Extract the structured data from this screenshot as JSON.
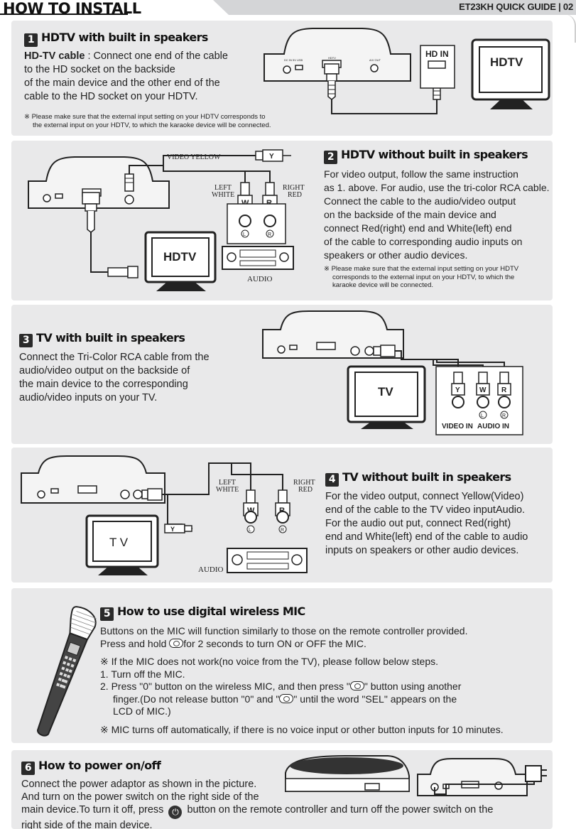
{
  "header": {
    "title": "HOW TO INSTALL",
    "guide": "ET23KH QUICK GUIDE | 02"
  },
  "s1": {
    "num": "1",
    "title": "HDTV with built in speakers",
    "lead": "HD-TV cable",
    "line1": " : Connect one end of the cable",
    "line2": "to the HD socket on the backside",
    "line3": "of the main device and the other end of the",
    "line4": "cable to the HD socket on your HDTV.",
    "note1": "※  Please make sure that the external input setting on your HDTV corresponds to",
    "note2": "the external input on your HDTV, to which the karaoke device will be connected.",
    "hd_in": "HD  IN",
    "hdtv": "HDTV",
    "lbl_dcin": "DC IN 5V",
    "lbl_usb": "USB",
    "lbl_hdtv": "HDTV",
    "lbl_avout": "A/V OUT"
  },
  "s2": {
    "num": "2",
    "title": "HDTV without built in speakers",
    "lines": [
      "For video output, follow the same instruction",
      "as 1. above. For audio, use the tri-color RCA cable.",
      "Connect the cable to the audio/video output",
      "on the backside of the main device and",
      "connect Red(right) end and White(left) end",
      "of the cable to corresponding audio inputs on",
      "speakers or other audio devices."
    ],
    "note1": "※  Please make sure that the external input setting on your HDTV",
    "note2": "corresponds to the external input on your HDTV, to which the",
    "note3": "karaoke device will be connected.",
    "video_yellow": "VIDEO YELLOW",
    "y": "Y",
    "left": "LEFT",
    "white": "WHITE",
    "right": "RIGHT",
    "red": "RED",
    "w": "W",
    "r": "R",
    "l_circ": "L",
    "r_circ": "R",
    "hdtv": "HDTV",
    "audio": "AUDIO"
  },
  "s3": {
    "num": "3",
    "title": "TV with built in speakers",
    "lines": [
      "Connect the Tri-Color RCA cable from the",
      "audio/video output on the backside of",
      "the main device to the corresponding",
      "audio/video inputs on your TV."
    ],
    "tv": "TV",
    "y": "Y",
    "w": "W",
    "r": "R",
    "l_circ": "L",
    "r_circ": "R",
    "video_in": "VIDEO IN",
    "audio_in": "AUDIO IN"
  },
  "s4": {
    "num": "4",
    "title": "TV without built in speakers",
    "lines": [
      "For the video output, connect Yellow(Video)",
      "end of the cable to the TV video inputAudio.",
      "For the audio out put, connect Red(right)",
      "end and White(left) end of the cable to audio",
      "inputs on speakers or other audio devices."
    ],
    "left": "LEFT",
    "white": "WHITE",
    "right": "RIGHT",
    "red": "RED",
    "w": "W",
    "r": "R",
    "y": "Y",
    "l_circ": "L",
    "r_circ": "R",
    "tv": "T V",
    "audio": "AUDIO"
  },
  "s5": {
    "num": "5",
    "title": "How to use digital wireless MIC",
    "line1": "Buttons on the MIC will function similarly to those on the remote controller provided.",
    "line2a": "Press and hold ",
    "line2b": "for 2 seconds to turn ON or OFF the MIC.",
    "line3": "※  If the MIC does not work(no voice from the TV), please follow below steps.",
    "line4": "1. Turn off the MIC.",
    "line5a": "2. Press \"0\" button on the wireless MIC, and then press \"",
    "line5b": "\" button using another",
    "line6a": "finger.(Do not release button \"0\" and \"",
    "line6b": "\" until the word \"SEL\" appears on the",
    "line7": "LCD of MIC.)",
    "line8": "※  MIC turns off automatically, if there is no voice input or other button inputs for 10 minutes."
  },
  "s6": {
    "num": "6",
    "title": "How to power on/off",
    "line1": "Connect the power adaptor as shown in the picture.",
    "line2": "And turn on the power switch on the right side of the",
    "line3a": "main device.To turn it off, press ",
    "line3b": " button on the remote controller and turn off the power switch on the",
    "line4": "right side of the main device.",
    "power_icon": "⏻"
  }
}
